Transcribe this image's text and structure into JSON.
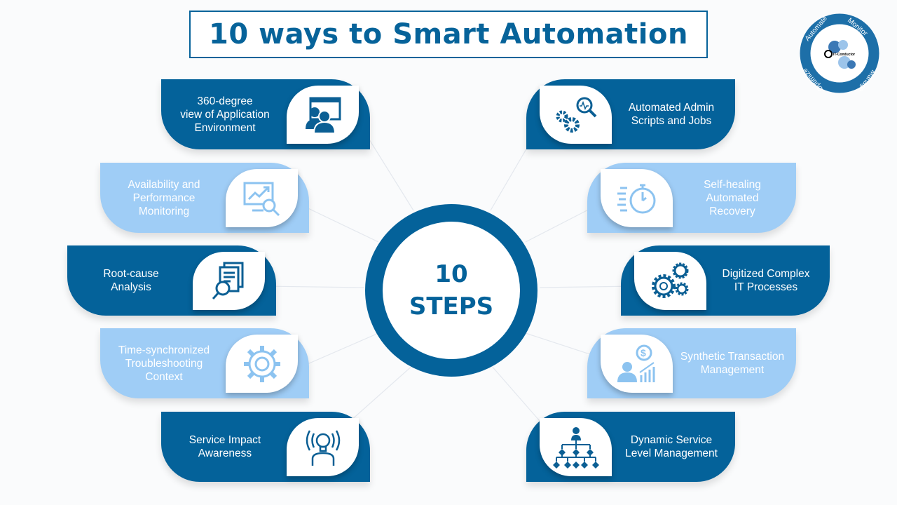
{
  "title": "10 ways to Smart Automation",
  "center": {
    "number": "10",
    "label": "STEPS"
  },
  "logo": {
    "segments": [
      "Automate",
      "Monitor",
      "Manage",
      "Optimize"
    ],
    "brand": "IT-Conductor"
  },
  "colors": {
    "dark": "#04629a",
    "light": "#9fcdf6",
    "text": "#ffffff"
  },
  "left_steps": [
    {
      "label": "360-degree\nview of Application\nEnvironment",
      "icon": "users-window-icon",
      "style": "dark"
    },
    {
      "label": "Availability and\nPerformance\nMonitoring",
      "icon": "chart-magnifier-icon",
      "style": "light"
    },
    {
      "label": "Root-cause\nAnalysis",
      "icon": "document-search-icon",
      "style": "dark"
    },
    {
      "label": "Time-synchronized\nTroubleshooting\nContext",
      "icon": "gear-icon",
      "style": "light"
    },
    {
      "label": "Service Impact\nAwareness",
      "icon": "person-idea-icon",
      "style": "dark"
    }
  ],
  "right_steps": [
    {
      "label": "Automated Admin\nScripts and Jobs",
      "icon": "gears-search-icon",
      "style": "dark"
    },
    {
      "label": "Self-healing\nAutomated\nRecovery",
      "icon": "stopwatch-icon",
      "style": "light"
    },
    {
      "label": "Digitized Complex\nIT Processes",
      "icon": "gears-icon",
      "style": "dark"
    },
    {
      "label": "Synthetic Transaction\nManagement",
      "icon": "person-dollar-chart-icon",
      "style": "light"
    },
    {
      "label": "Dynamic Service\nLevel Management",
      "icon": "hierarchy-icon",
      "style": "dark"
    }
  ]
}
